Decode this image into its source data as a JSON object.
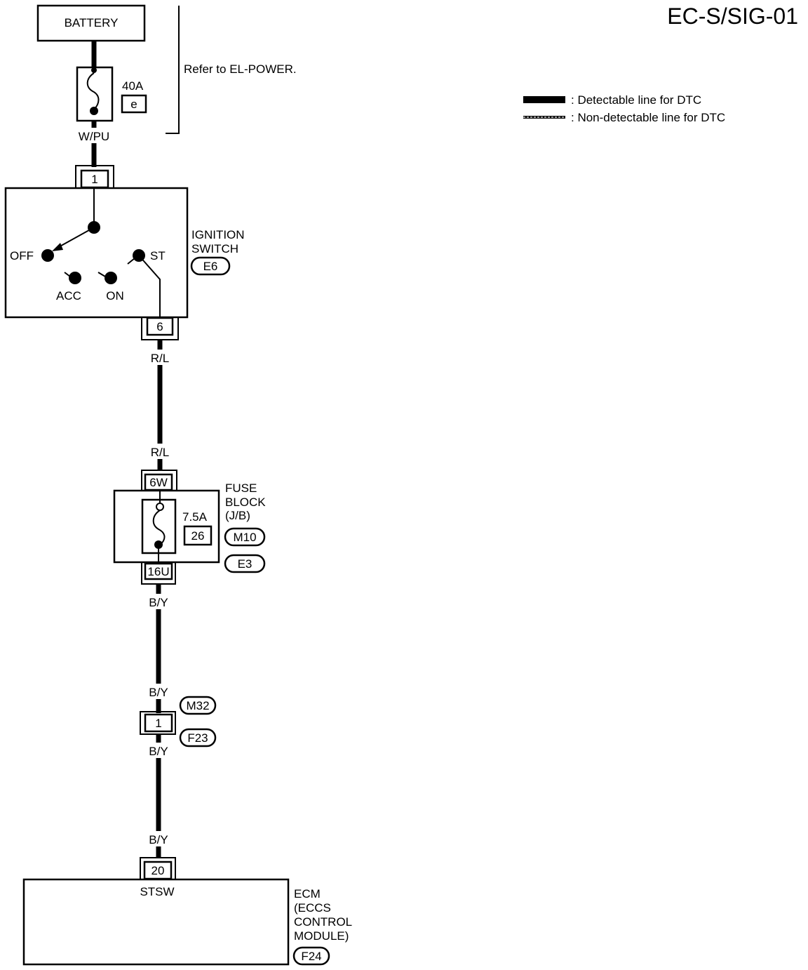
{
  "page_title": "EC-S/SIG-01",
  "legend": {
    "detectable": ": Detectable line for DTC",
    "non_detectable": ": Non-detectable line for DTC"
  },
  "battery": {
    "label": "BATTERY"
  },
  "fusible_link": {
    "rating": "40A",
    "id": "e"
  },
  "refer_note": "Refer to EL-POWER.",
  "wires": {
    "battery_to_switch": "W/PU",
    "switch_out_top": "R/L",
    "switch_out_bottom": "R/L",
    "fuse_out": "B/Y",
    "joint_in": "B/Y",
    "joint_out": "B/Y",
    "ecm_in": "B/Y"
  },
  "ignition_switch": {
    "name_line1": "IGNITION",
    "name_line2": "SWITCH",
    "connector": "E6",
    "pin_in": "1",
    "pin_out": "6",
    "positions": {
      "off": "OFF",
      "acc": "ACC",
      "on": "ON",
      "st": "ST"
    }
  },
  "fuse_block": {
    "name_line1": "FUSE",
    "name_line2": "BLOCK",
    "name_line3": "(J/B)",
    "fuse_rating": "7.5A",
    "fuse_number": "26",
    "connector_1": "M10",
    "connector_2": "E3",
    "pin_in": "6W",
    "pin_out": "16U"
  },
  "joint_connector": {
    "pin": "1",
    "connector_top": "M32",
    "connector_bottom": "F23"
  },
  "ecm": {
    "name_line1": "ECM",
    "name_line2": "(ECCS",
    "name_line3": "CONTROL",
    "name_line4": "MODULE)",
    "connector": "F24",
    "pin": "20",
    "terminal_name": "STSW"
  }
}
